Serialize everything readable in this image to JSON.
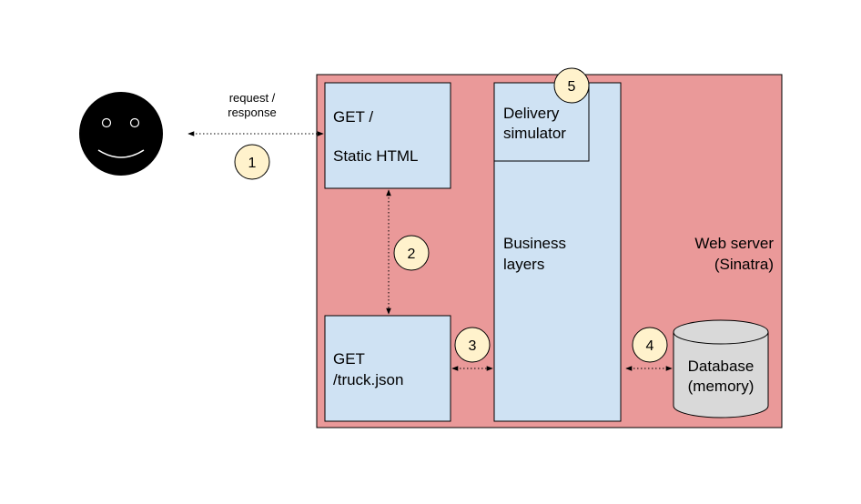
{
  "colors": {
    "server_fill": "#ea9999",
    "box_fill": "#cfe2f3",
    "badge_fill": "#fff2cc",
    "database_fill": "#d9d9d9",
    "stroke": "#000000"
  },
  "user": {
    "icon": "smiley-face-icon"
  },
  "connection_label": {
    "line1": "request /",
    "line2": "response"
  },
  "web_server": {
    "line1": "Web server",
    "line2": "(Sinatra)"
  },
  "get_static": {
    "line1": "GET /",
    "line2": "Static HTML"
  },
  "get_truck": {
    "line1": "GET",
    "line2": "/truck.json"
  },
  "business": {
    "line1": "Business",
    "line2": "layers"
  },
  "delivery": {
    "line1": "Delivery",
    "line2": "simulator"
  },
  "database": {
    "icon": "database-cylinder-icon",
    "line1": "Database",
    "line2": "(memory)"
  },
  "steps": [
    "1",
    "2",
    "3",
    "4",
    "5"
  ]
}
